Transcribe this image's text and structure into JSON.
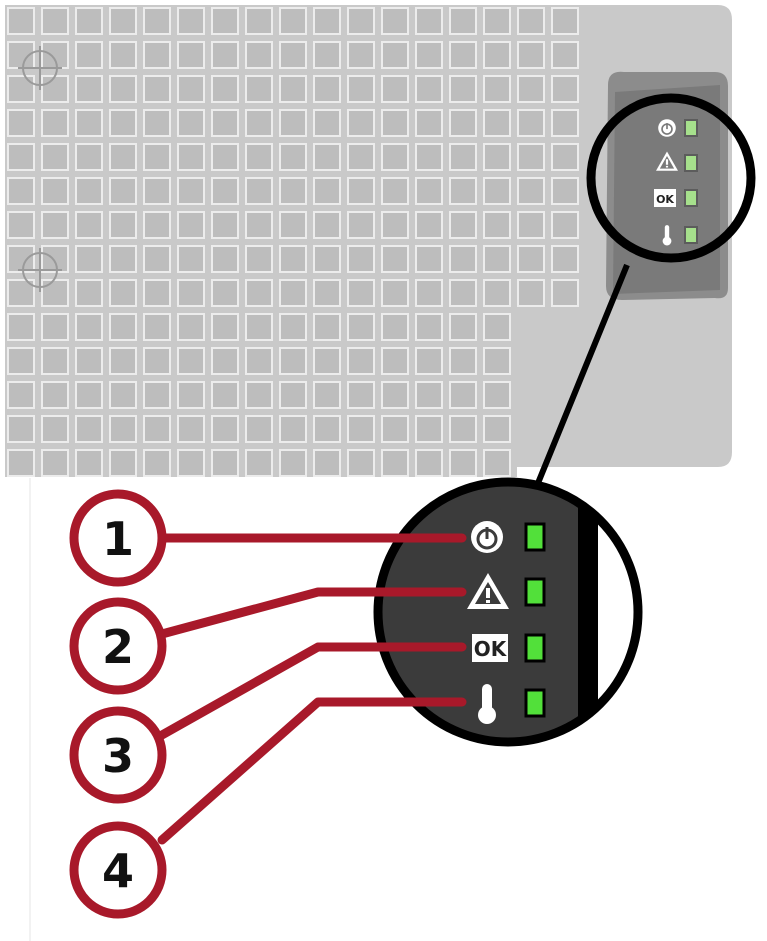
{
  "colors": {
    "chassis": "#c9c9c9",
    "chassis_edge": "#b5b5b5",
    "grille_cell": "#bdbdbd",
    "grille_cell_border": "#ececec",
    "panel_dark": "#3b3b3b",
    "led_green": "#52e03a",
    "callout_red": "#a8192a",
    "icon_white": "#ffffff"
  },
  "indicators": [
    {
      "number": "1",
      "icon": "power-icon",
      "led": "on"
    },
    {
      "number": "2",
      "icon": "warning-icon",
      "led": "on"
    },
    {
      "number": "3",
      "icon": "ok-icon",
      "led": "on"
    },
    {
      "number": "4",
      "icon": "thermometer-icon",
      "led": "on"
    }
  ],
  "ok_badge": "OK"
}
